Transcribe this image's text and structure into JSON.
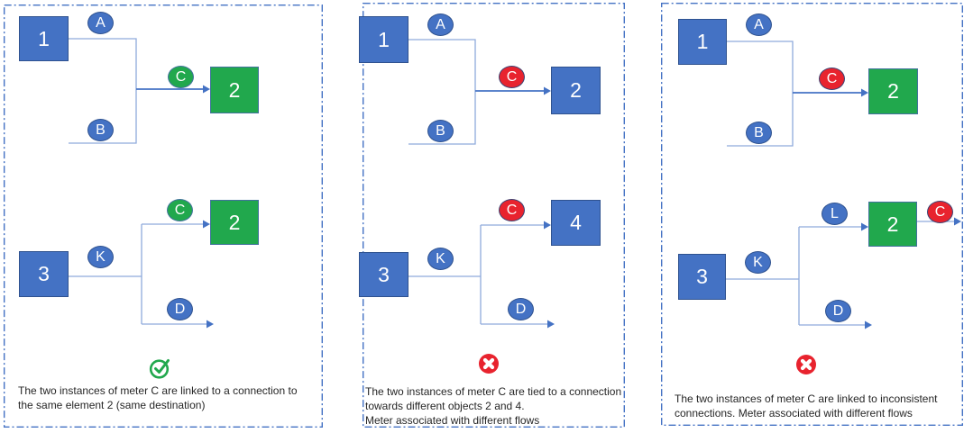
{
  "colors": {
    "panel_border": "#4472C4",
    "element_blue": "#4472C4",
    "element_green": "#21A84D",
    "meter_red": "#E8232E",
    "connector_line": "#8FAADC",
    "caption_text": "#262626"
  },
  "panels": [
    {
      "name": "consistent-same-destination",
      "status_icon": "check-circle-icon",
      "caption": "The two instances of meter C are linked to a connection to\nthe same element 2 (same destination)",
      "top": {
        "source": "1",
        "meter_a": "A",
        "meter_b": "B",
        "meter_c": "C",
        "dest": "2"
      },
      "bottom": {
        "source": "3",
        "meter_k": "K",
        "meter_c": "C",
        "meter_d": "D",
        "dest": "2"
      }
    },
    {
      "name": "different-objects",
      "status_icon": "cross-circle-icon",
      "caption": "The two instances of meter C are tied to a connection\ntowards different objects 2 and 4.\nMeter associated with different flows",
      "top": {
        "source": "1",
        "meter_a": "A",
        "meter_b": "B",
        "meter_c": "C",
        "dest": "2"
      },
      "bottom": {
        "source": "3",
        "meter_k": "K",
        "meter_c": "C",
        "meter_d": "D",
        "dest": "4"
      }
    },
    {
      "name": "inconsistent-connections",
      "status_icon": "cross-circle-icon",
      "caption": "The two instances of meter C are linked to inconsistent\nconnections. Meter associated with different flows",
      "top": {
        "source": "1",
        "meter_a": "A",
        "meter_b": "B",
        "meter_c": "C",
        "dest": "2"
      },
      "bottom": {
        "source": "3",
        "meter_k": "K",
        "meter_l": "L",
        "meter_c": "C",
        "meter_d": "D",
        "dest": "2"
      }
    }
  ]
}
